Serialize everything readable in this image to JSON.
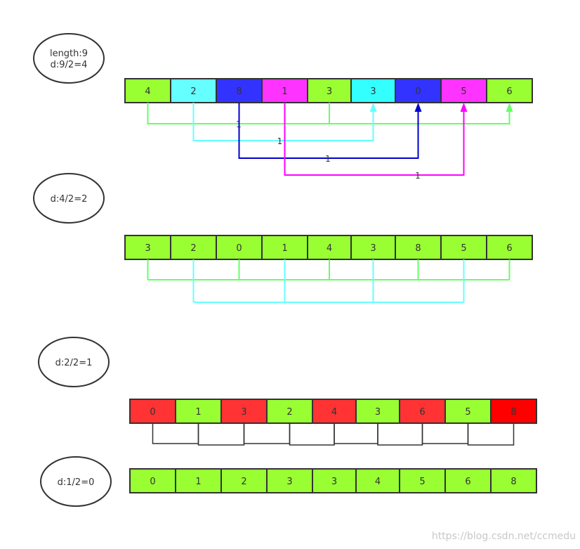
{
  "steps": [
    {
      "labels": [
        "length:9",
        "d:9/2=4"
      ],
      "cells": [
        {
          "v": "4",
          "c": "#99ff33"
        },
        {
          "v": "2",
          "c": "#66ffff"
        },
        {
          "v": "8",
          "c": "#3333ff"
        },
        {
          "v": "1",
          "c": "#ff33ff"
        },
        {
          "v": "3",
          "c": "#99ff33"
        },
        {
          "v": "3",
          "c": "#33ffff"
        },
        {
          "v": "0",
          "c": "#3333ff"
        },
        {
          "v": "5",
          "c": "#ff33ff"
        },
        {
          "v": "6",
          "c": "#99ff33"
        }
      ],
      "pairs": [
        {
          "from": 0,
          "to": 8,
          "mid": 4,
          "color": "#66ff66",
          "tag": "1"
        },
        {
          "from": 1,
          "to": 5,
          "color": "#66ffff",
          "tag": "1"
        },
        {
          "from": 2,
          "to": 6,
          "color": "#0000cc",
          "tag": "1"
        },
        {
          "from": 3,
          "to": 7,
          "color": "#ff00ff",
          "tag": "1"
        }
      ]
    },
    {
      "labels": [
        "d:4/2=2"
      ],
      "cells": [
        {
          "v": "3",
          "c": "#99ff33"
        },
        {
          "v": "2",
          "c": "#99ff33"
        },
        {
          "v": "0",
          "c": "#99ff33"
        },
        {
          "v": "1",
          "c": "#99ff33"
        },
        {
          "v": "4",
          "c": "#99ff33"
        },
        {
          "v": "3",
          "c": "#99ff33"
        },
        {
          "v": "8",
          "c": "#99ff33"
        },
        {
          "v": "5",
          "c": "#99ff33"
        },
        {
          "v": "6",
          "c": "#99ff33"
        }
      ],
      "groups": [
        {
          "members": [
            0,
            2,
            4,
            6,
            8
          ],
          "color": "#66ff66"
        },
        {
          "members": [
            1,
            3,
            5,
            7
          ],
          "color": "#66ffff"
        }
      ]
    },
    {
      "labels": [
        "d:2/2=1"
      ],
      "cells": [
        {
          "v": "0",
          "c": "#ff3333"
        },
        {
          "v": "1",
          "c": "#99ff33"
        },
        {
          "v": "3",
          "c": "#ff3333"
        },
        {
          "v": "2",
          "c": "#99ff33"
        },
        {
          "v": "4",
          "c": "#ff3333"
        },
        {
          "v": "3",
          "c": "#99ff33"
        },
        {
          "v": "6",
          "c": "#ff3333"
        },
        {
          "v": "5",
          "c": "#99ff33"
        },
        {
          "v": "8",
          "c": "#ff0000"
        }
      ],
      "brackets": [
        [
          0,
          1
        ],
        [
          1,
          2
        ],
        [
          2,
          3
        ],
        [
          3,
          4
        ],
        [
          4,
          5
        ],
        [
          5,
          6
        ],
        [
          6,
          7
        ],
        [
          7,
          8
        ]
      ],
      "bracket_color": "#333333"
    },
    {
      "labels": [
        "d:1/2=0"
      ],
      "cells": [
        {
          "v": "0",
          "c": "#99ff33"
        },
        {
          "v": "1",
          "c": "#99ff33"
        },
        {
          "v": "2",
          "c": "#99ff33"
        },
        {
          "v": "3",
          "c": "#99ff33"
        },
        {
          "v": "3",
          "c": "#99ff33"
        },
        {
          "v": "4",
          "c": "#99ff33"
        },
        {
          "v": "5",
          "c": "#99ff33"
        },
        {
          "v": "6",
          "c": "#99ff33"
        },
        {
          "v": "8",
          "c": "#99ff33"
        }
      ]
    }
  ],
  "watermark": "https://blog.csdn.net/ccmedu"
}
